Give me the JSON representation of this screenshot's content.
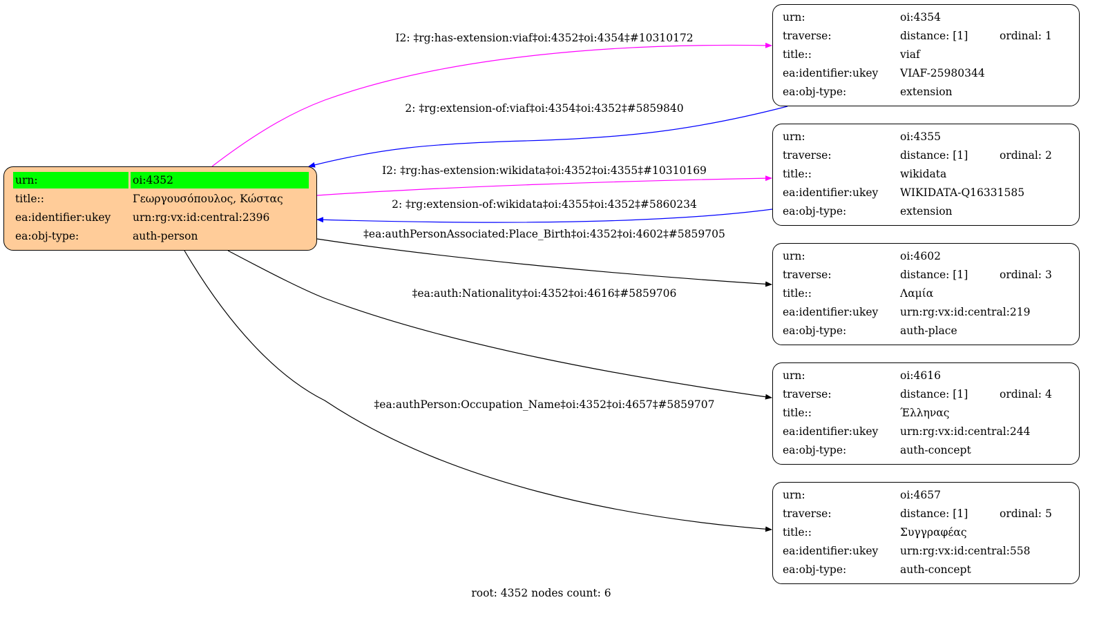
{
  "root": {
    "rows": [
      {
        "label": "urn:",
        "value": "oi:4352"
      },
      {
        "label": "title::",
        "value": "Γεωργουσόπουλος, Κώστας"
      },
      {
        "label": "ea:identifier:ukey",
        "value": "urn:rg:vx:id:central:2396"
      },
      {
        "label": "ea:obj-type:",
        "value": "auth-person"
      }
    ]
  },
  "nodes": [
    {
      "urn": "oi:4354",
      "distance": "distance: [1]",
      "ordinal": "ordinal: 1",
      "title": "viaf",
      "ukey": "VIAF-25980344",
      "type": "extension"
    },
    {
      "urn": "oi:4355",
      "distance": "distance: [1]",
      "ordinal": "ordinal: 2",
      "title": "wikidata",
      "ukey": "WIKIDATA-Q16331585",
      "type": "extension"
    },
    {
      "urn": "oi:4602",
      "distance": "distance: [1]",
      "ordinal": "ordinal: 3",
      "title": "Λαμία",
      "ukey": "urn:rg:vx:id:central:219",
      "type": "auth-place"
    },
    {
      "urn": "oi:4616",
      "distance": "distance: [1]",
      "ordinal": "ordinal: 4",
      "title": "Έλληνας",
      "ukey": "urn:rg:vx:id:central:244",
      "type": "auth-concept"
    },
    {
      "urn": "oi:4657",
      "distance": "distance: [1]",
      "ordinal": "ordinal: 5",
      "title": "Συγγραφέας",
      "ukey": "urn:rg:vx:id:central:558",
      "type": "auth-concept"
    }
  ],
  "field_labels": {
    "urn": "urn:",
    "traverse": "traverse:",
    "title": "title::",
    "ukey": "ea:identifier:ukey",
    "type": "ea:obj-type:"
  },
  "edges": [
    {
      "label": "I2: ‡rg:has-extension:viaf‡oi:4352‡oi:4354‡#10310172",
      "color": "#ff00ff"
    },
    {
      "label": "2: ‡rg:extension-of:viaf‡oi:4354‡oi:4352‡#5859840",
      "color": "#0000ff"
    },
    {
      "label": "I2: ‡rg:has-extension:wikidata‡oi:4352‡oi:4355‡#10310169",
      "color": "#ff00ff"
    },
    {
      "label": "2: ‡rg:extension-of:wikidata‡oi:4355‡oi:4352‡#5860234",
      "color": "#0000ff"
    },
    {
      "label": "‡ea:authPersonAssociated:Place_Birth‡oi:4352‡oi:4602‡#5859705",
      "color": "#000000"
    },
    {
      "label": "‡ea:auth:Nationality‡oi:4352‡oi:4616‡#5859706",
      "color": "#000000"
    },
    {
      "label": "‡ea:authPerson:Occupation_Name‡oi:4352‡oi:4657‡#5859707",
      "color": "#000000"
    }
  ],
  "footer": "root: 4352 nodes count: 6"
}
